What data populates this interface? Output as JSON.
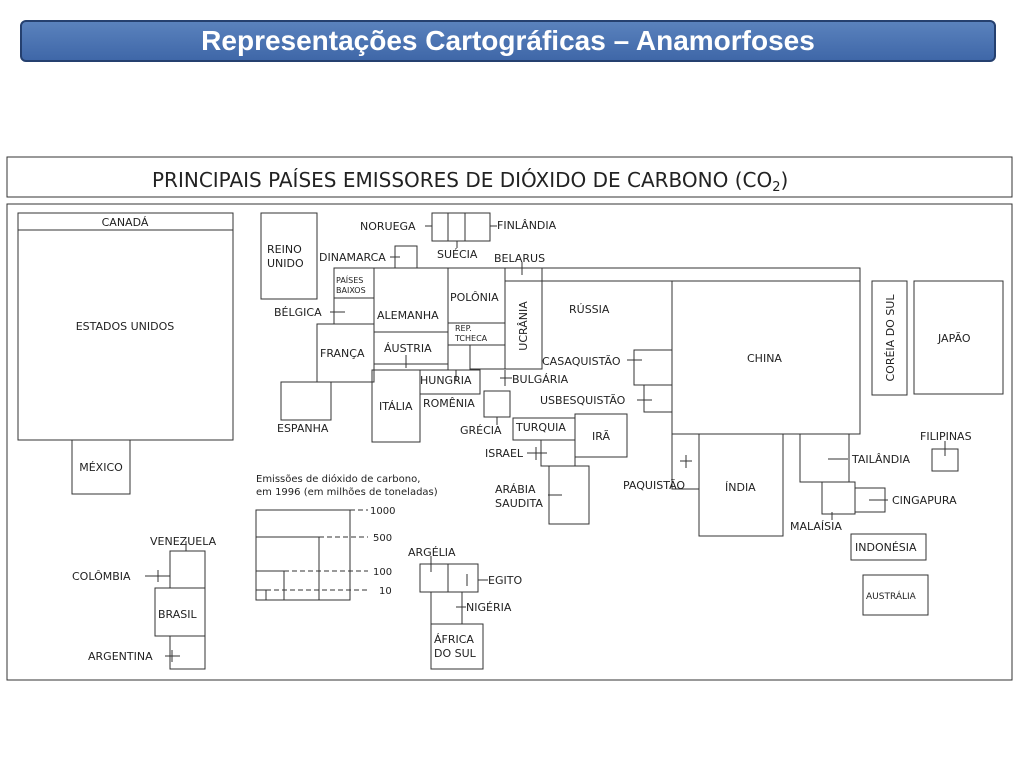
{
  "slide": {
    "title": "Representações Cartográficas – Anamorfoses"
  },
  "map": {
    "title": "PRINCIPAIS PAÍSES EMISSORES DE DIÓXIDO DE CARBONO (CO",
    "title_sub": "2",
    "title_close": ")",
    "countries": {
      "canada": "CANADÁ",
      "eua": "ESTADOS UNIDOS",
      "mexico": "MÉXICO",
      "venezuela": "VENEZUELA",
      "colombia": "COLÔMBIA",
      "brasil": "BRASIL",
      "argentina": "ARGENTINA",
      "reino_unido_1": "REINO",
      "reino_unido_2": "UNIDO",
      "dinamarca": "DINAMARCA",
      "noruega": "NORUEGA",
      "suecia": "SUÉCIA",
      "finlandia": "FINLÂNDIA",
      "belarus": "BELARUS",
      "paises_baixos_1": "PAÍSES",
      "paises_baixos_2": "BAIXOS",
      "belgica": "BÉLGICA",
      "alemanha": "ALEMANHA",
      "polonia": "POLÔNIA",
      "ucrania": "UCRÂNIA",
      "russia": "RÚSSIA",
      "rep_tcheca_1": "REP.",
      "rep_tcheca_2": "TCHECA",
      "franca": "FRANÇA",
      "austria": "ÁUSTRIA",
      "hungria": "HUNGRIA",
      "bulgaria": "BULGÁRIA",
      "casaquistao": "CASAQUISTÃO",
      "usbesquistao": "USBESQUISTÃO",
      "espanha": "ESPANHA",
      "italia": "ITÁLIA",
      "romenia": "ROMÊNIA",
      "grecia": "GRÉCIA",
      "turquia": "TURQUIA",
      "ira": "IRÃ",
      "israel": "ISRAEL",
      "arabia_1": "ARÁBIA",
      "arabia_2": "SAUDITA",
      "argelia": "ARGÉLIA",
      "egito": "EGITO",
      "nigeria": "NIGÉRIA",
      "africa_sul_1": "ÁFRICA",
      "africa_sul_2": "DO SUL",
      "china": "CHINA",
      "india": "ÍNDIA",
      "paquistao": "PAQUISTÃO",
      "coreia_sul": "CORÉIA DO SUL",
      "japao": "JAPÃO",
      "filipinas": "FILIPINAS",
      "tailandia": "TAILÂNDIA",
      "cingapura": "CINGAPURA",
      "malaisia": "MALAÍSIA",
      "indonesia": "INDONÉSIA",
      "australia": "AUSTRÁLIA"
    },
    "legend": {
      "line1": "Emissões de dióxido de carbono,",
      "line2": "em 1996 (em milhões de toneladas)",
      "v1000": "1000",
      "v500": "500",
      "v100": "100",
      "v10": "10"
    }
  }
}
